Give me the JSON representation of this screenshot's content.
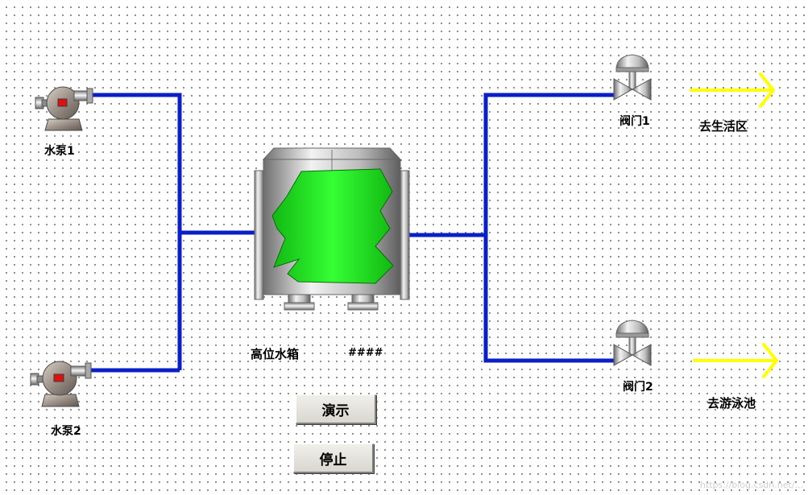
{
  "pumps": [
    {
      "label": "水泵1"
    },
    {
      "label": "水泵2"
    }
  ],
  "tank": {
    "label": "高位水箱",
    "level_value": "####",
    "fill_color": "#22ee22"
  },
  "valves": [
    {
      "label": "阀门1",
      "destination": "去生活区"
    },
    {
      "label": "阀门2",
      "destination": "去游泳池"
    }
  ],
  "buttons": {
    "demo_label": "演示",
    "stop_label": "停止"
  },
  "watermark": "https://blog.csdn.net/...",
  "colors": {
    "pipe": "#0b1fc8",
    "flow_arrow": "#ffff00",
    "liquid": "#22ee22"
  }
}
